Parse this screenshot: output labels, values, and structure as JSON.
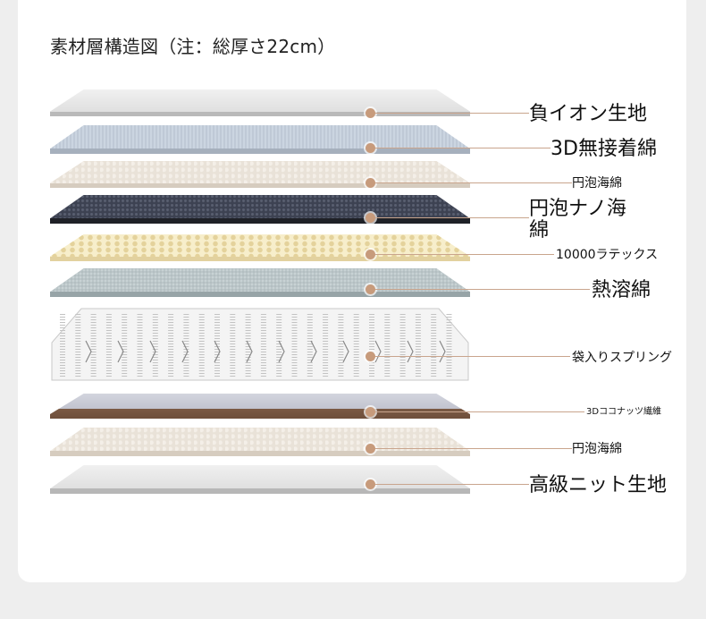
{
  "title": "素材層構造図（注：総厚さ22cm）",
  "accent_color": "#c79b7c",
  "layers": [
    {
      "label": "負イオン生地",
      "color": "#e4e4e4",
      "edge_color": "#bdbdbd",
      "texture": "fabric"
    },
    {
      "label": "3D無接着綿",
      "color": "#c8d2de",
      "edge_color": "#a7b2c0",
      "texture": "mesh"
    },
    {
      "label": "円泡海綿",
      "color": "#ece6de",
      "edge_color": "#d7cec2",
      "texture": "foam"
    },
    {
      "label": "円泡ナノ海綿",
      "color": "#3e4454",
      "edge_color": "#23252c",
      "texture": "foam-dark"
    },
    {
      "label": "10000ラテックス",
      "color": "#f5ebc7",
      "edge_color": "#e4d4a2",
      "texture": "latex"
    },
    {
      "label": "熱溶綿",
      "color": "#b8c4c6",
      "edge_color": "#9aa7aa",
      "texture": "mesh"
    },
    {
      "label": "袋入りスプリング",
      "color": "#f2f2f2",
      "edge_color": "#d0d0d0",
      "texture": "spring"
    },
    {
      "label": "3Dココナッツ繊維",
      "color": "#c6c8d2",
      "edge_color": "#7b5a44",
      "texture": "coconut"
    },
    {
      "label": "円泡海綿",
      "color": "#ece6de",
      "edge_color": "#d7cec2",
      "texture": "foam"
    },
    {
      "label": "高級ニット生地",
      "color": "#e8e8e8",
      "edge_color": "#bcbcbc",
      "texture": "fabric"
    }
  ]
}
